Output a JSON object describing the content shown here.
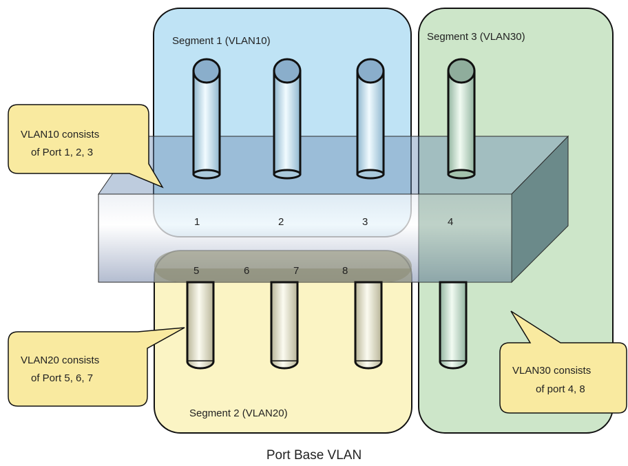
{
  "colors": {
    "segment1_fill": "#bfe3f5",
    "segment2_fill": "#fbf4c4",
    "segment3_fill": "#cde6c9",
    "callout_fill": "#f9eaa0",
    "switch_top": "#b7c4d8",
    "switch_front": "#e9edf3",
    "switch_side": "#6b8a8a"
  },
  "segments": {
    "s1": "Segment 1 (VLAN10)",
    "s2": "Segment 2 (VLAN20)",
    "s3": "Segment 3 (VLAN30)"
  },
  "ports": {
    "top": [
      "1",
      "2",
      "3",
      "4"
    ],
    "bottom": [
      "5",
      "6",
      "7",
      "8"
    ]
  },
  "callouts": {
    "vlan10": {
      "line1": "VLAN10 consists",
      "line2": "of Port 1, 2, 3"
    },
    "vlan20": {
      "line1": "VLAN20 consists",
      "line2": "of Port 5, 6, 7"
    },
    "vlan30": {
      "line1": "VLAN30 consists",
      "line2": "of port 4, 8"
    }
  },
  "caption": "Port Base VLAN"
}
